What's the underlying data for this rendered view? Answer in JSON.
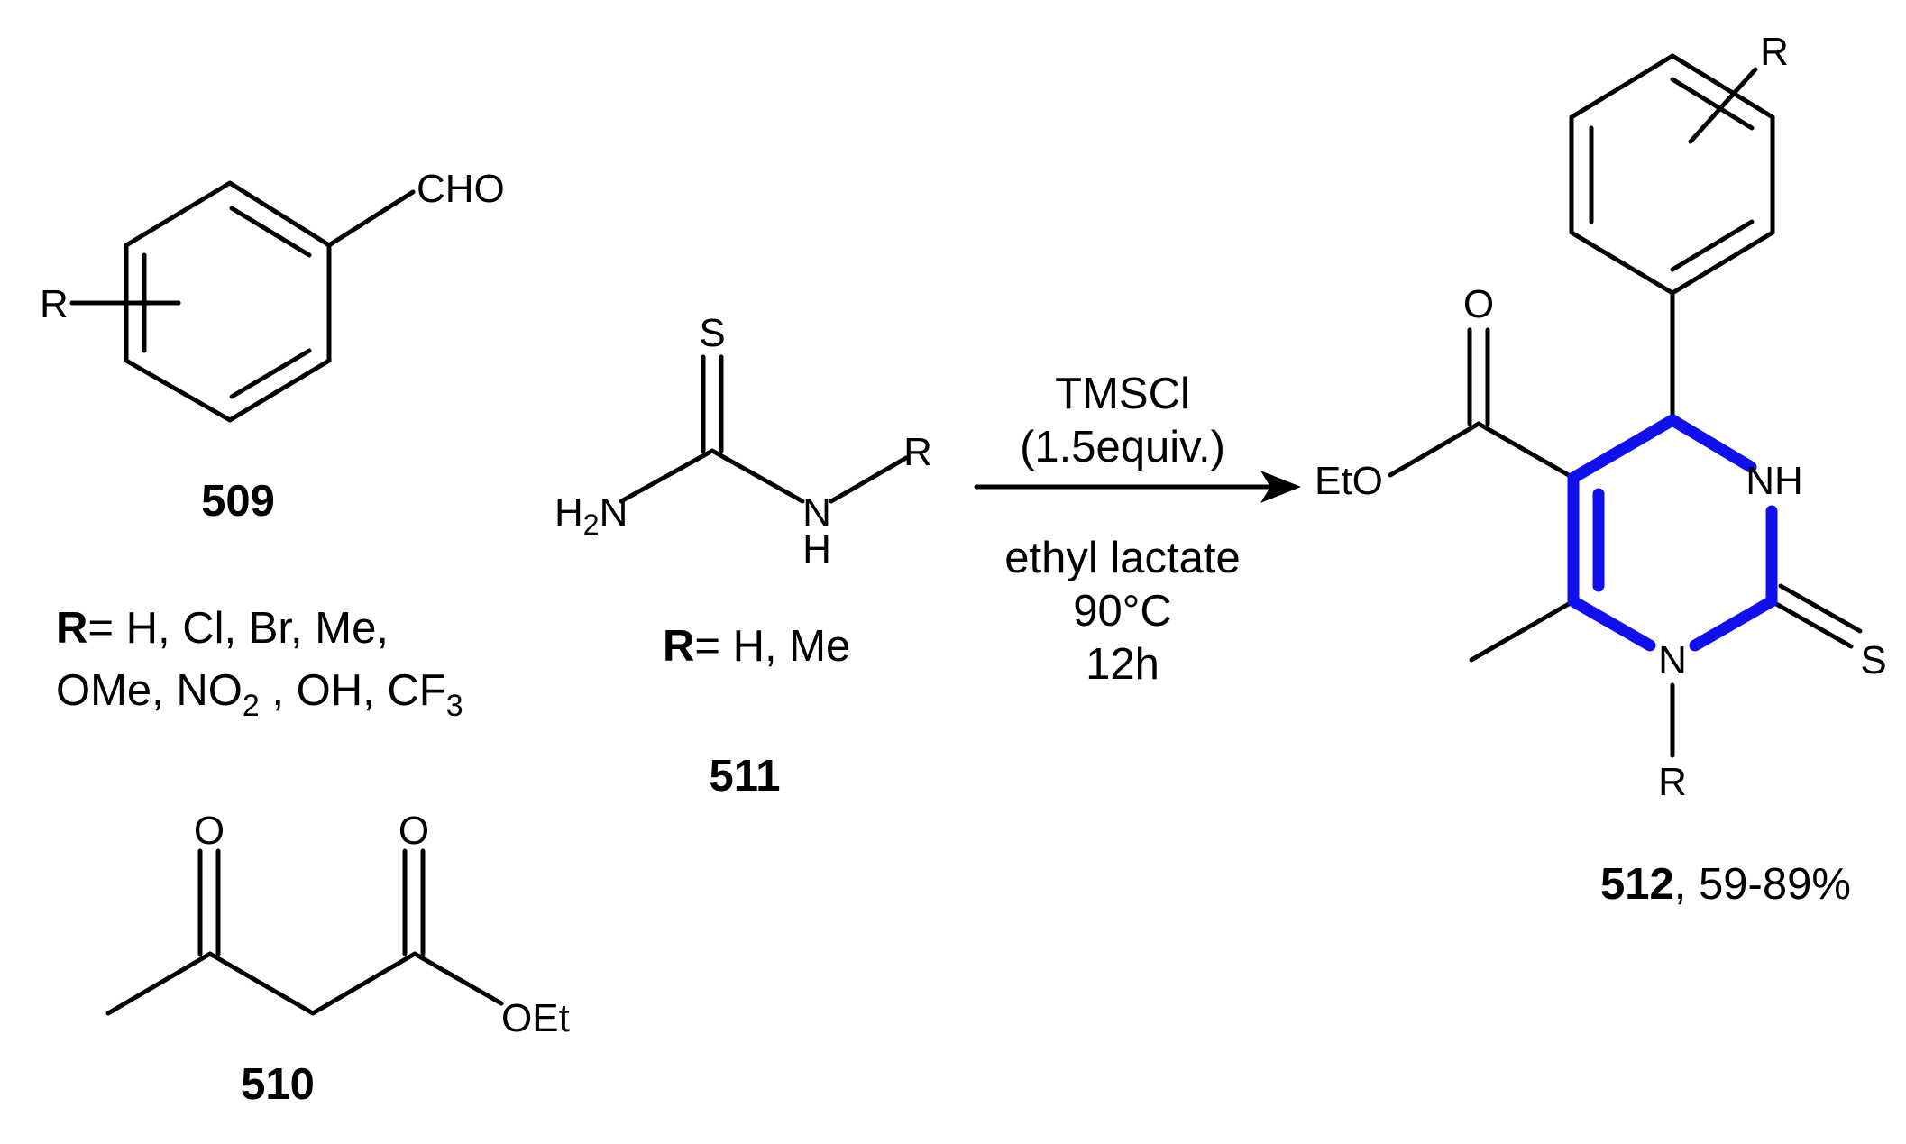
{
  "compounds": {
    "c509": {
      "number": "509",
      "aldehyde": "CHO",
      "r_label": "R",
      "r_prefix": "R",
      "r_line1": "= H, Cl, Br, Me,",
      "r_line2": "OMe, NO",
      "r_line2_sub": "2",
      "r_line2_rest": " , OH, CF",
      "r_line2_sub2": "3"
    },
    "c510": {
      "number": "510",
      "oxygen_keto": "O",
      "oxygen_ester": "O",
      "ester": "OEt"
    },
    "c511": {
      "number": "511",
      "sulfur": "S",
      "amine_h": "H",
      "amine_sub": "2",
      "amine_n": "N",
      "nh_n": "N",
      "nh_h": "H",
      "r_label": "R",
      "r_prefix": "R",
      "r_values": "= H, Me"
    },
    "c512": {
      "number": "512",
      "yield": ", 59-89%",
      "carbonyl_o": "O",
      "ester": "EtO",
      "nh": "NH",
      "ring_n": "N",
      "thione_s": "S",
      "n_sub": "R",
      "aryl_r": "R"
    }
  },
  "conditions": {
    "reagent": "TMSCl",
    "equiv": "(1.5equiv.)",
    "solvent": "ethyl lactate",
    "temperature": "90°C",
    "time": "12h"
  },
  "colors": {
    "bonds": "#000000",
    "highlight": "#1010ee",
    "background": "#ffffff"
  }
}
